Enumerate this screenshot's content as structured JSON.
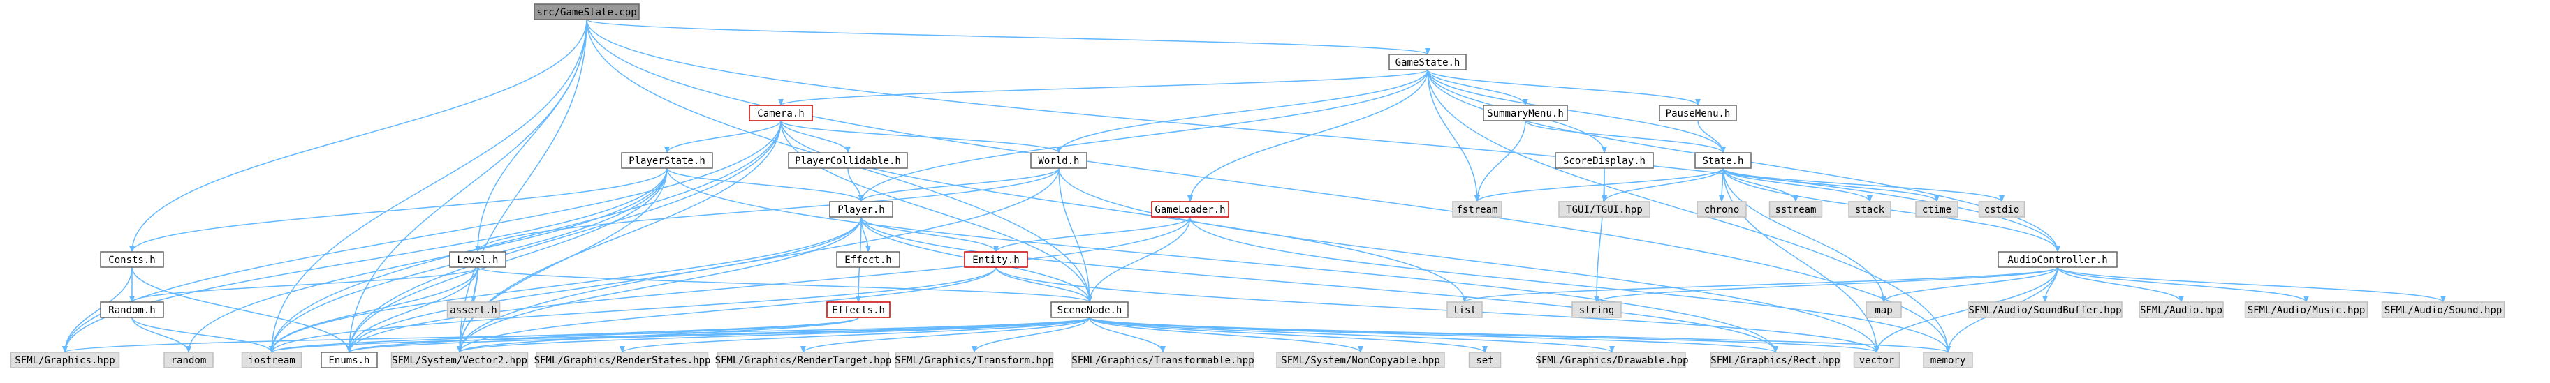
{
  "colors": {
    "edge": "#63b8ff",
    "node_fill": "#ffffff",
    "node_border": "#666666",
    "highlight_border": "#cc0000",
    "root_fill": "#999999",
    "system_fill": "#e0e0e0",
    "system_border": "#bfbfbf"
  },
  "nodes": [
    {
      "id": "gamestate_cpp",
      "label": "src/GameState.cpp",
      "kind": "root"
    },
    {
      "id": "gamestate_h",
      "label": "GameState.h",
      "kind": "normal"
    },
    {
      "id": "camera_h",
      "label": "Camera.h",
      "kind": "highlight"
    },
    {
      "id": "summarymenu_h",
      "label": "SummaryMenu.h",
      "kind": "normal"
    },
    {
      "id": "pausemenu_h",
      "label": "PauseMenu.h",
      "kind": "normal"
    },
    {
      "id": "playerstate_h",
      "label": "PlayerState.h",
      "kind": "normal"
    },
    {
      "id": "playercollidable_h",
      "label": "PlayerCollidable.h",
      "kind": "normal"
    },
    {
      "id": "world_h",
      "label": "World.h",
      "kind": "normal"
    },
    {
      "id": "scoredisplay_h",
      "label": "ScoreDisplay.h",
      "kind": "normal"
    },
    {
      "id": "state_h",
      "label": "State.h",
      "kind": "normal"
    },
    {
      "id": "player_h",
      "label": "Player.h",
      "kind": "normal"
    },
    {
      "id": "gameloader_h",
      "label": "GameLoader.h",
      "kind": "highlight"
    },
    {
      "id": "consts_h",
      "label": "Consts.h",
      "kind": "normal"
    },
    {
      "id": "level_h",
      "label": "Level.h",
      "kind": "normal"
    },
    {
      "id": "effect_h",
      "label": "Effect.h",
      "kind": "normal"
    },
    {
      "id": "entity_h",
      "label": "Entity.h",
      "kind": "highlight"
    },
    {
      "id": "audiocontroller_h",
      "label": "AudioController.h",
      "kind": "normal"
    },
    {
      "id": "random_h",
      "label": "Random.h",
      "kind": "normal"
    },
    {
      "id": "effects_h",
      "label": "Effects.h",
      "kind": "highlight"
    },
    {
      "id": "scenenode_h",
      "label": "SceneNode.h",
      "kind": "normal"
    },
    {
      "id": "enums_h",
      "label": "Enums.h",
      "kind": "normal"
    },
    {
      "id": "fstream",
      "label": "fstream",
      "kind": "system"
    },
    {
      "id": "tgui",
      "label": "TGUI/TGUI.hpp",
      "kind": "system"
    },
    {
      "id": "chrono",
      "label": "chrono",
      "kind": "system"
    },
    {
      "id": "sstream",
      "label": "sstream",
      "kind": "system"
    },
    {
      "id": "stack",
      "label": "stack",
      "kind": "system"
    },
    {
      "id": "ctime",
      "label": "ctime",
      "kind": "system"
    },
    {
      "id": "cstdio",
      "label": "cstdio",
      "kind": "system"
    },
    {
      "id": "list",
      "label": "list",
      "kind": "system"
    },
    {
      "id": "string",
      "label": "string",
      "kind": "system"
    },
    {
      "id": "map",
      "label": "map",
      "kind": "system"
    },
    {
      "id": "sfml_soundbuffer",
      "label": "SFML/Audio/SoundBuffer.hpp",
      "kind": "system"
    },
    {
      "id": "sfml_audio",
      "label": "SFML/Audio.hpp",
      "kind": "system"
    },
    {
      "id": "sfml_music",
      "label": "SFML/Audio/Music.hpp",
      "kind": "system"
    },
    {
      "id": "sfml_sound",
      "label": "SFML/Audio/Sound.hpp",
      "kind": "system"
    },
    {
      "id": "assert_h",
      "label": "assert.h",
      "kind": "system"
    },
    {
      "id": "sfml_graphics",
      "label": "SFML/Graphics.hpp",
      "kind": "system"
    },
    {
      "id": "random",
      "label": "random",
      "kind": "system"
    },
    {
      "id": "iostream",
      "label": "iostream",
      "kind": "system"
    },
    {
      "id": "sfml_vector2",
      "label": "SFML/System/Vector2.hpp",
      "kind": "system"
    },
    {
      "id": "sfml_renderstates",
      "label": "SFML/Graphics/RenderStates.hpp",
      "kind": "system"
    },
    {
      "id": "sfml_rendertarget",
      "label": "SFML/Graphics/RenderTarget.hpp",
      "kind": "system"
    },
    {
      "id": "sfml_transform",
      "label": "SFML/Graphics/Transform.hpp",
      "kind": "system"
    },
    {
      "id": "sfml_transformable",
      "label": "SFML/Graphics/Transformable.hpp",
      "kind": "system"
    },
    {
      "id": "sfml_noncopyable",
      "label": "SFML/System/NonCopyable.hpp",
      "kind": "system"
    },
    {
      "id": "set",
      "label": "set",
      "kind": "system"
    },
    {
      "id": "sfml_drawable",
      "label": "SFML/Graphics/Drawable.hpp",
      "kind": "system"
    },
    {
      "id": "sfml_rect",
      "label": "SFML/Graphics/Rect.hpp",
      "kind": "system"
    },
    {
      "id": "vector",
      "label": "vector",
      "kind": "system"
    },
    {
      "id": "memory",
      "label": "memory",
      "kind": "system"
    }
  ],
  "edges": [
    [
      "gamestate_cpp",
      "gamestate_h"
    ],
    [
      "gamestate_cpp",
      "consts_h"
    ],
    [
      "gamestate_cpp",
      "level_h"
    ],
    [
      "gamestate_cpp",
      "iostream"
    ],
    [
      "gamestate_cpp",
      "enums_h"
    ],
    [
      "gamestate_cpp",
      "sfml_vector2"
    ],
    [
      "gamestate_cpp",
      "scenenode_h"
    ],
    [
      "gamestate_cpp",
      "audiocontroller_h"
    ],
    [
      "gamestate_cpp",
      "memory"
    ],
    [
      "gamestate_h",
      "camera_h"
    ],
    [
      "gamestate_h",
      "summarymenu_h"
    ],
    [
      "gamestate_h",
      "pausemenu_h"
    ],
    [
      "gamestate_h",
      "scoredisplay_h"
    ],
    [
      "gamestate_h",
      "state_h"
    ],
    [
      "gamestate_h",
      "world_h"
    ],
    [
      "gamestate_h",
      "player_h"
    ],
    [
      "gamestate_h",
      "gameloader_h"
    ],
    [
      "gamestate_h",
      "audiocontroller_h"
    ],
    [
      "gamestate_h",
      "fstream"
    ],
    [
      "gamestate_h",
      "memory"
    ],
    [
      "camera_h",
      "playerstate_h"
    ],
    [
      "camera_h",
      "playercollidable_h"
    ],
    [
      "camera_h",
      "world_h"
    ],
    [
      "camera_h",
      "sfml_graphics"
    ],
    [
      "camera_h",
      "iostream"
    ],
    [
      "camera_h",
      "enums_h"
    ],
    [
      "camera_h",
      "scenenode_h"
    ],
    [
      "camera_h",
      "sfml_vector2"
    ],
    [
      "camera_h",
      "list"
    ],
    [
      "summarymenu_h",
      "state_h"
    ],
    [
      "summarymenu_h",
      "fstream"
    ],
    [
      "pausemenu_h",
      "state_h"
    ],
    [
      "scoredisplay_h",
      "tgui"
    ],
    [
      "scoredisplay_h",
      "string"
    ],
    [
      "state_h",
      "fstream"
    ],
    [
      "state_h",
      "tgui"
    ],
    [
      "state_h",
      "chrono"
    ],
    [
      "state_h",
      "sstream"
    ],
    [
      "state_h",
      "stack"
    ],
    [
      "state_h",
      "ctime"
    ],
    [
      "state_h",
      "cstdio"
    ],
    [
      "state_h",
      "audiocontroller_h"
    ],
    [
      "state_h",
      "vector"
    ],
    [
      "state_h",
      "map"
    ],
    [
      "playerstate_h",
      "player_h"
    ],
    [
      "playerstate_h",
      "consts_h"
    ],
    [
      "playerstate_h",
      "sfml_graphics"
    ],
    [
      "playerstate_h",
      "iostream"
    ],
    [
      "playerstate_h",
      "enums_h"
    ],
    [
      "playerstate_h",
      "random"
    ],
    [
      "playerstate_h",
      "sfml_vector2"
    ],
    [
      "playerstate_h",
      "sfml_rect"
    ],
    [
      "playercollidable_h",
      "player_h"
    ],
    [
      "world_h",
      "player_h"
    ],
    [
      "world_h",
      "level_h"
    ],
    [
      "world_h",
      "scenenode_h"
    ],
    [
      "world_h",
      "sfml_vector2"
    ],
    [
      "world_h",
      "vector"
    ],
    [
      "player_h",
      "effect_h"
    ],
    [
      "player_h",
      "entity_h"
    ],
    [
      "player_h",
      "effects_h"
    ],
    [
      "player_h",
      "scenenode_h"
    ],
    [
      "player_h",
      "enums_h"
    ],
    [
      "player_h",
      "sfml_vector2"
    ],
    [
      "player_h",
      "iostream"
    ],
    [
      "player_h",
      "sfml_rect"
    ],
    [
      "gameloader_h",
      "entity_h"
    ],
    [
      "gameloader_h",
      "scenenode_h"
    ],
    [
      "gameloader_h",
      "enums_h"
    ],
    [
      "gameloader_h",
      "memory"
    ],
    [
      "consts_h",
      "random_h"
    ],
    [
      "consts_h",
      "enums_h"
    ],
    [
      "consts_h",
      "sfml_graphics"
    ],
    [
      "level_h",
      "random_h"
    ],
    [
      "level_h",
      "assert_h"
    ],
    [
      "level_h",
      "scenenode_h"
    ],
    [
      "level_h",
      "iostream"
    ],
    [
      "level_h",
      "enums_h"
    ],
    [
      "level_h",
      "sfml_vector2"
    ],
    [
      "entity_h",
      "scenenode_h"
    ],
    [
      "entity_h",
      "iostream"
    ],
    [
      "entity_h",
      "sfml_vector2"
    ],
    [
      "entity_h",
      "vector"
    ],
    [
      "effects_h",
      "iostream"
    ],
    [
      "effects_h",
      "sfml_vector2"
    ],
    [
      "effects_h",
      "enums_h"
    ],
    [
      "random_h",
      "random"
    ],
    [
      "random_h",
      "iostream"
    ],
    [
      "audiocontroller_h",
      "list"
    ],
    [
      "audiocontroller_h",
      "string"
    ],
    [
      "audiocontroller_h",
      "map"
    ],
    [
      "audiocontroller_h",
      "sfml_soundbuffer"
    ],
    [
      "audiocontroller_h",
      "sfml_audio"
    ],
    [
      "audiocontroller_h",
      "sfml_music"
    ],
    [
      "audiocontroller_h",
      "sfml_sound"
    ],
    [
      "audiocontroller_h",
      "memory"
    ],
    [
      "audiocontroller_h",
      "vector"
    ],
    [
      "scenenode_h",
      "sfml_graphics"
    ],
    [
      "scenenode_h",
      "iostream"
    ],
    [
      "scenenode_h",
      "enums_h"
    ],
    [
      "scenenode_h",
      "sfml_vector2"
    ],
    [
      "scenenode_h",
      "sfml_renderstates"
    ],
    [
      "scenenode_h",
      "sfml_rendertarget"
    ],
    [
      "scenenode_h",
      "sfml_transform"
    ],
    [
      "scenenode_h",
      "sfml_transformable"
    ],
    [
      "scenenode_h",
      "sfml_noncopyable"
    ],
    [
      "scenenode_h",
      "set"
    ],
    [
      "scenenode_h",
      "sfml_drawable"
    ],
    [
      "scenenode_h",
      "sfml_rect"
    ],
    [
      "scenenode_h",
      "vector"
    ],
    [
      "scenenode_h",
      "memory"
    ]
  ]
}
